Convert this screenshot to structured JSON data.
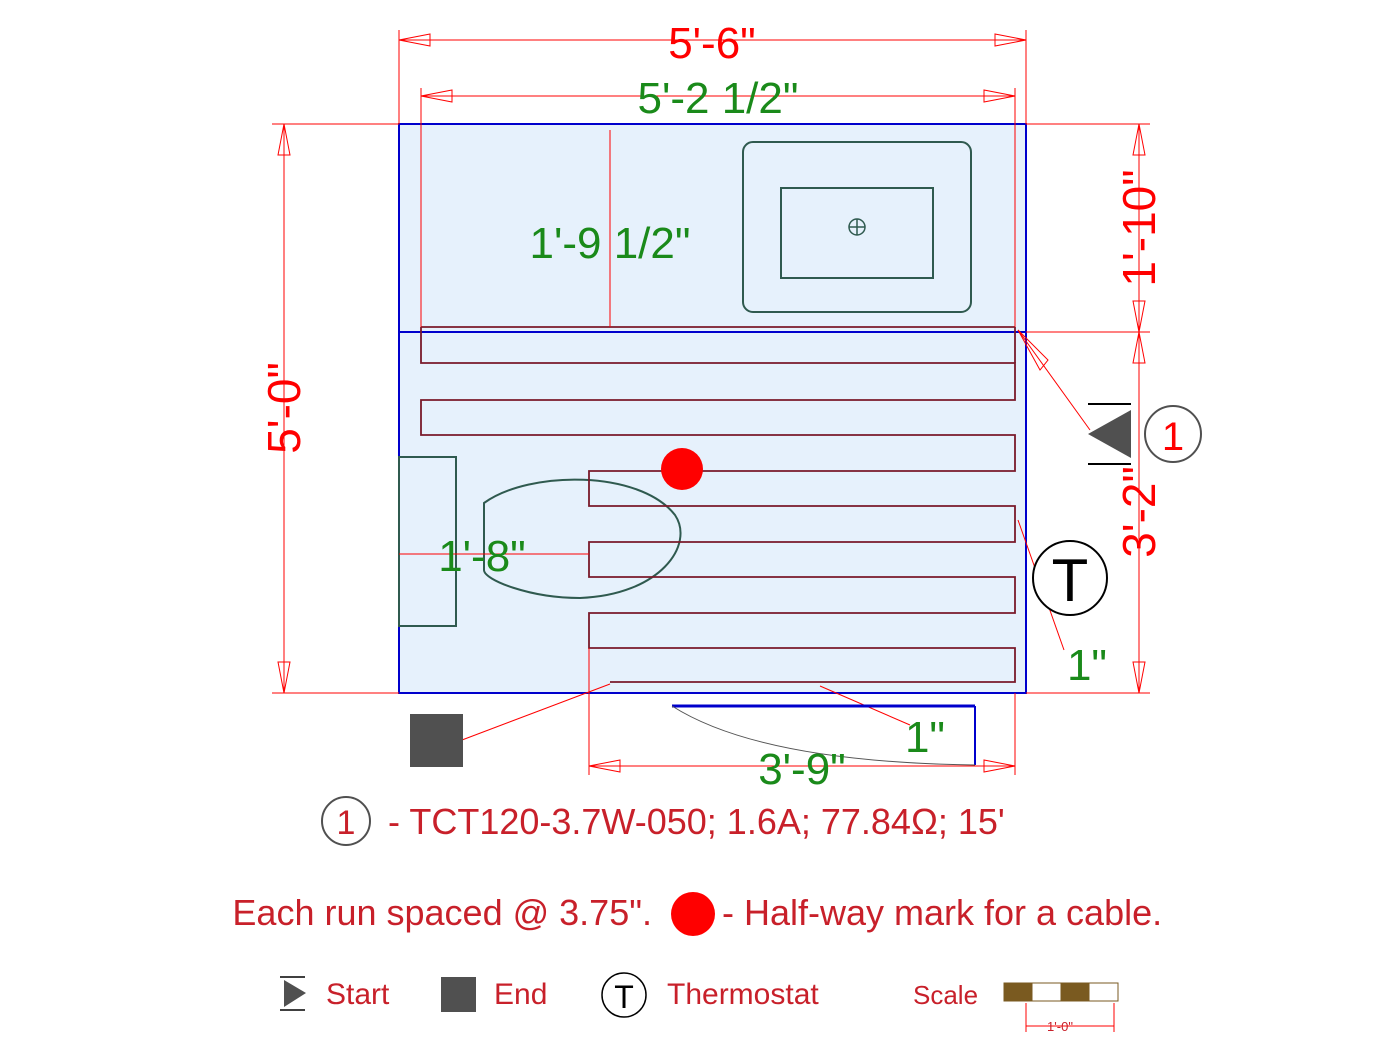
{
  "dimensions": {
    "overall_width": "5'-6\"",
    "heated_width": "5'-2 1/2\"",
    "overall_height": "5'-0\"",
    "vanity_depth": "1'-10\"",
    "vanity_clearance": "1'-9 1/2\"",
    "heated_height": "3'-2\"",
    "toilet_clearance": "1'-8\"",
    "bottom_run_length": "3'-9\"",
    "edge_offset_right": "1\"",
    "edge_offset_bottom": "1\""
  },
  "markers": {
    "cable_number": "1",
    "thermostat_symbol": "T"
  },
  "cable_spec": {
    "number": "1",
    "text": "- TCT120-3.7W-050; 1.6A; 77.84Ω; 15'"
  },
  "notes": {
    "spacing": "Each run spaced @ 3.75\".",
    "halfway": "- Half-way mark for a cable."
  },
  "legend": {
    "start": "Start",
    "end": "End",
    "thermostat_symbol": "T",
    "thermostat": "Thermostat",
    "scale": "Scale",
    "scale_length": "1'-0\""
  },
  "colors": {
    "dimension_red": "#ff0000",
    "text_red": "#c8202a",
    "dimension_green": "#1a8a1a",
    "room_outline": "#0000cc",
    "room_fill": "#e6f1fc",
    "cable": "#7a1a2a",
    "fixture": "#2f5a4f",
    "halfway_mark": "#ff0000",
    "symbol_gray": "#505050",
    "scale_brown": "#7a5a20"
  }
}
